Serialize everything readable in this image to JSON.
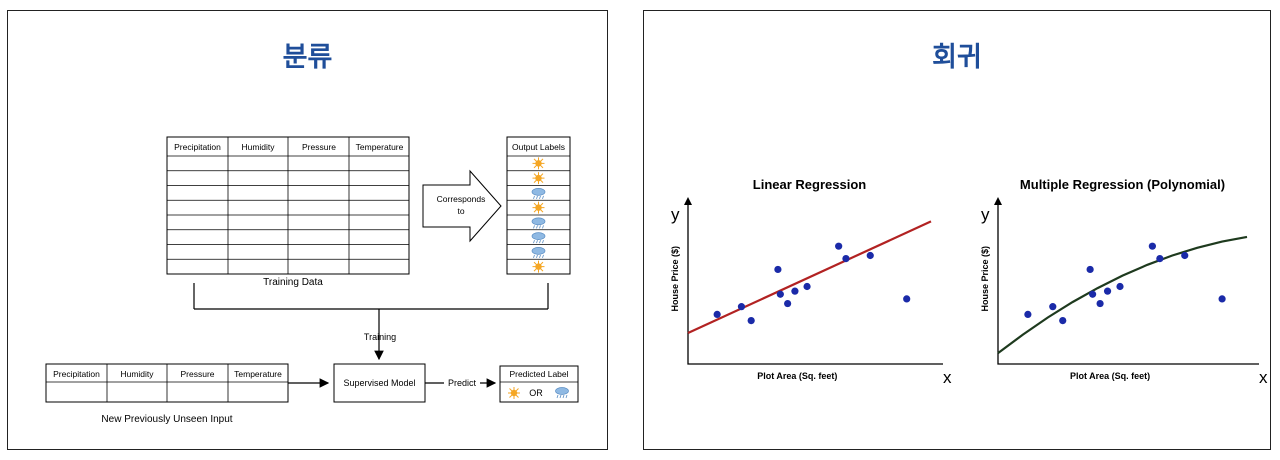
{
  "classification": {
    "title": "분류",
    "table_headers": [
      "Precipitation",
      "Humidity",
      "Pressure",
      "Temperature"
    ],
    "training_data_label": "Training Data",
    "output_labels_header": "Output Labels",
    "output_labels": [
      "sunny",
      "sunny",
      "rainy",
      "sunny",
      "rainy",
      "rainy",
      "rainy",
      "sunny"
    ],
    "arrow_label": "Corresponds to",
    "training_label": "Training",
    "model_label": "Supervised Model",
    "predict_label": "Predict",
    "predicted_label_header": "Predicted Label",
    "or_text": "OR",
    "new_input_label": "New Previously Unseen Input",
    "colors": {
      "sun": "#f5a623",
      "rain": "#6fa8dc",
      "title": "#1f4e9a"
    }
  },
  "regression": {
    "title": "회귀",
    "chart_data": [
      {
        "type": "scatter",
        "title": "Linear Regression",
        "xlabel": "Plot Area (Sq. feet)",
        "ylabel": "House Price ($)",
        "x_axis_symbol": "x",
        "y_axis_symbol": "y",
        "xlim": [
          0,
          100
        ],
        "ylim": [
          0,
          100
        ],
        "x": [
          12,
          22,
          26,
          37,
          38,
          41,
          44,
          49,
          62,
          65,
          75,
          90
        ],
        "y": [
          32,
          37,
          28,
          61,
          45,
          39,
          47,
          50,
          76,
          68,
          70,
          42
        ],
        "fit": {
          "kind": "linear",
          "color": "#b22222",
          "x": [
            0,
            100
          ],
          "y": [
            20,
            92
          ]
        }
      },
      {
        "type": "scatter",
        "title": "Multiple Regression (Polynomial)",
        "xlabel": "Plot Area (Sq. feet)",
        "ylabel": "House Price ($)",
        "x_axis_symbol": "x",
        "y_axis_symbol": "y",
        "xlim": [
          0,
          100
        ],
        "ylim": [
          0,
          100
        ],
        "x": [
          12,
          22,
          26,
          37,
          38,
          41,
          44,
          49,
          62,
          65,
          75,
          90
        ],
        "y": [
          32,
          37,
          28,
          61,
          45,
          39,
          47,
          50,
          76,
          68,
          70,
          42
        ],
        "fit": {
          "kind": "polynomial",
          "color": "#1e3a1e",
          "x": [
            0,
            10,
            20,
            30,
            40,
            50,
            60,
            70,
            80,
            90,
            100
          ],
          "y": [
            7,
            19,
            30,
            40,
            49,
            57,
            64,
            70,
            75,
            79,
            82
          ]
        }
      }
    ]
  }
}
